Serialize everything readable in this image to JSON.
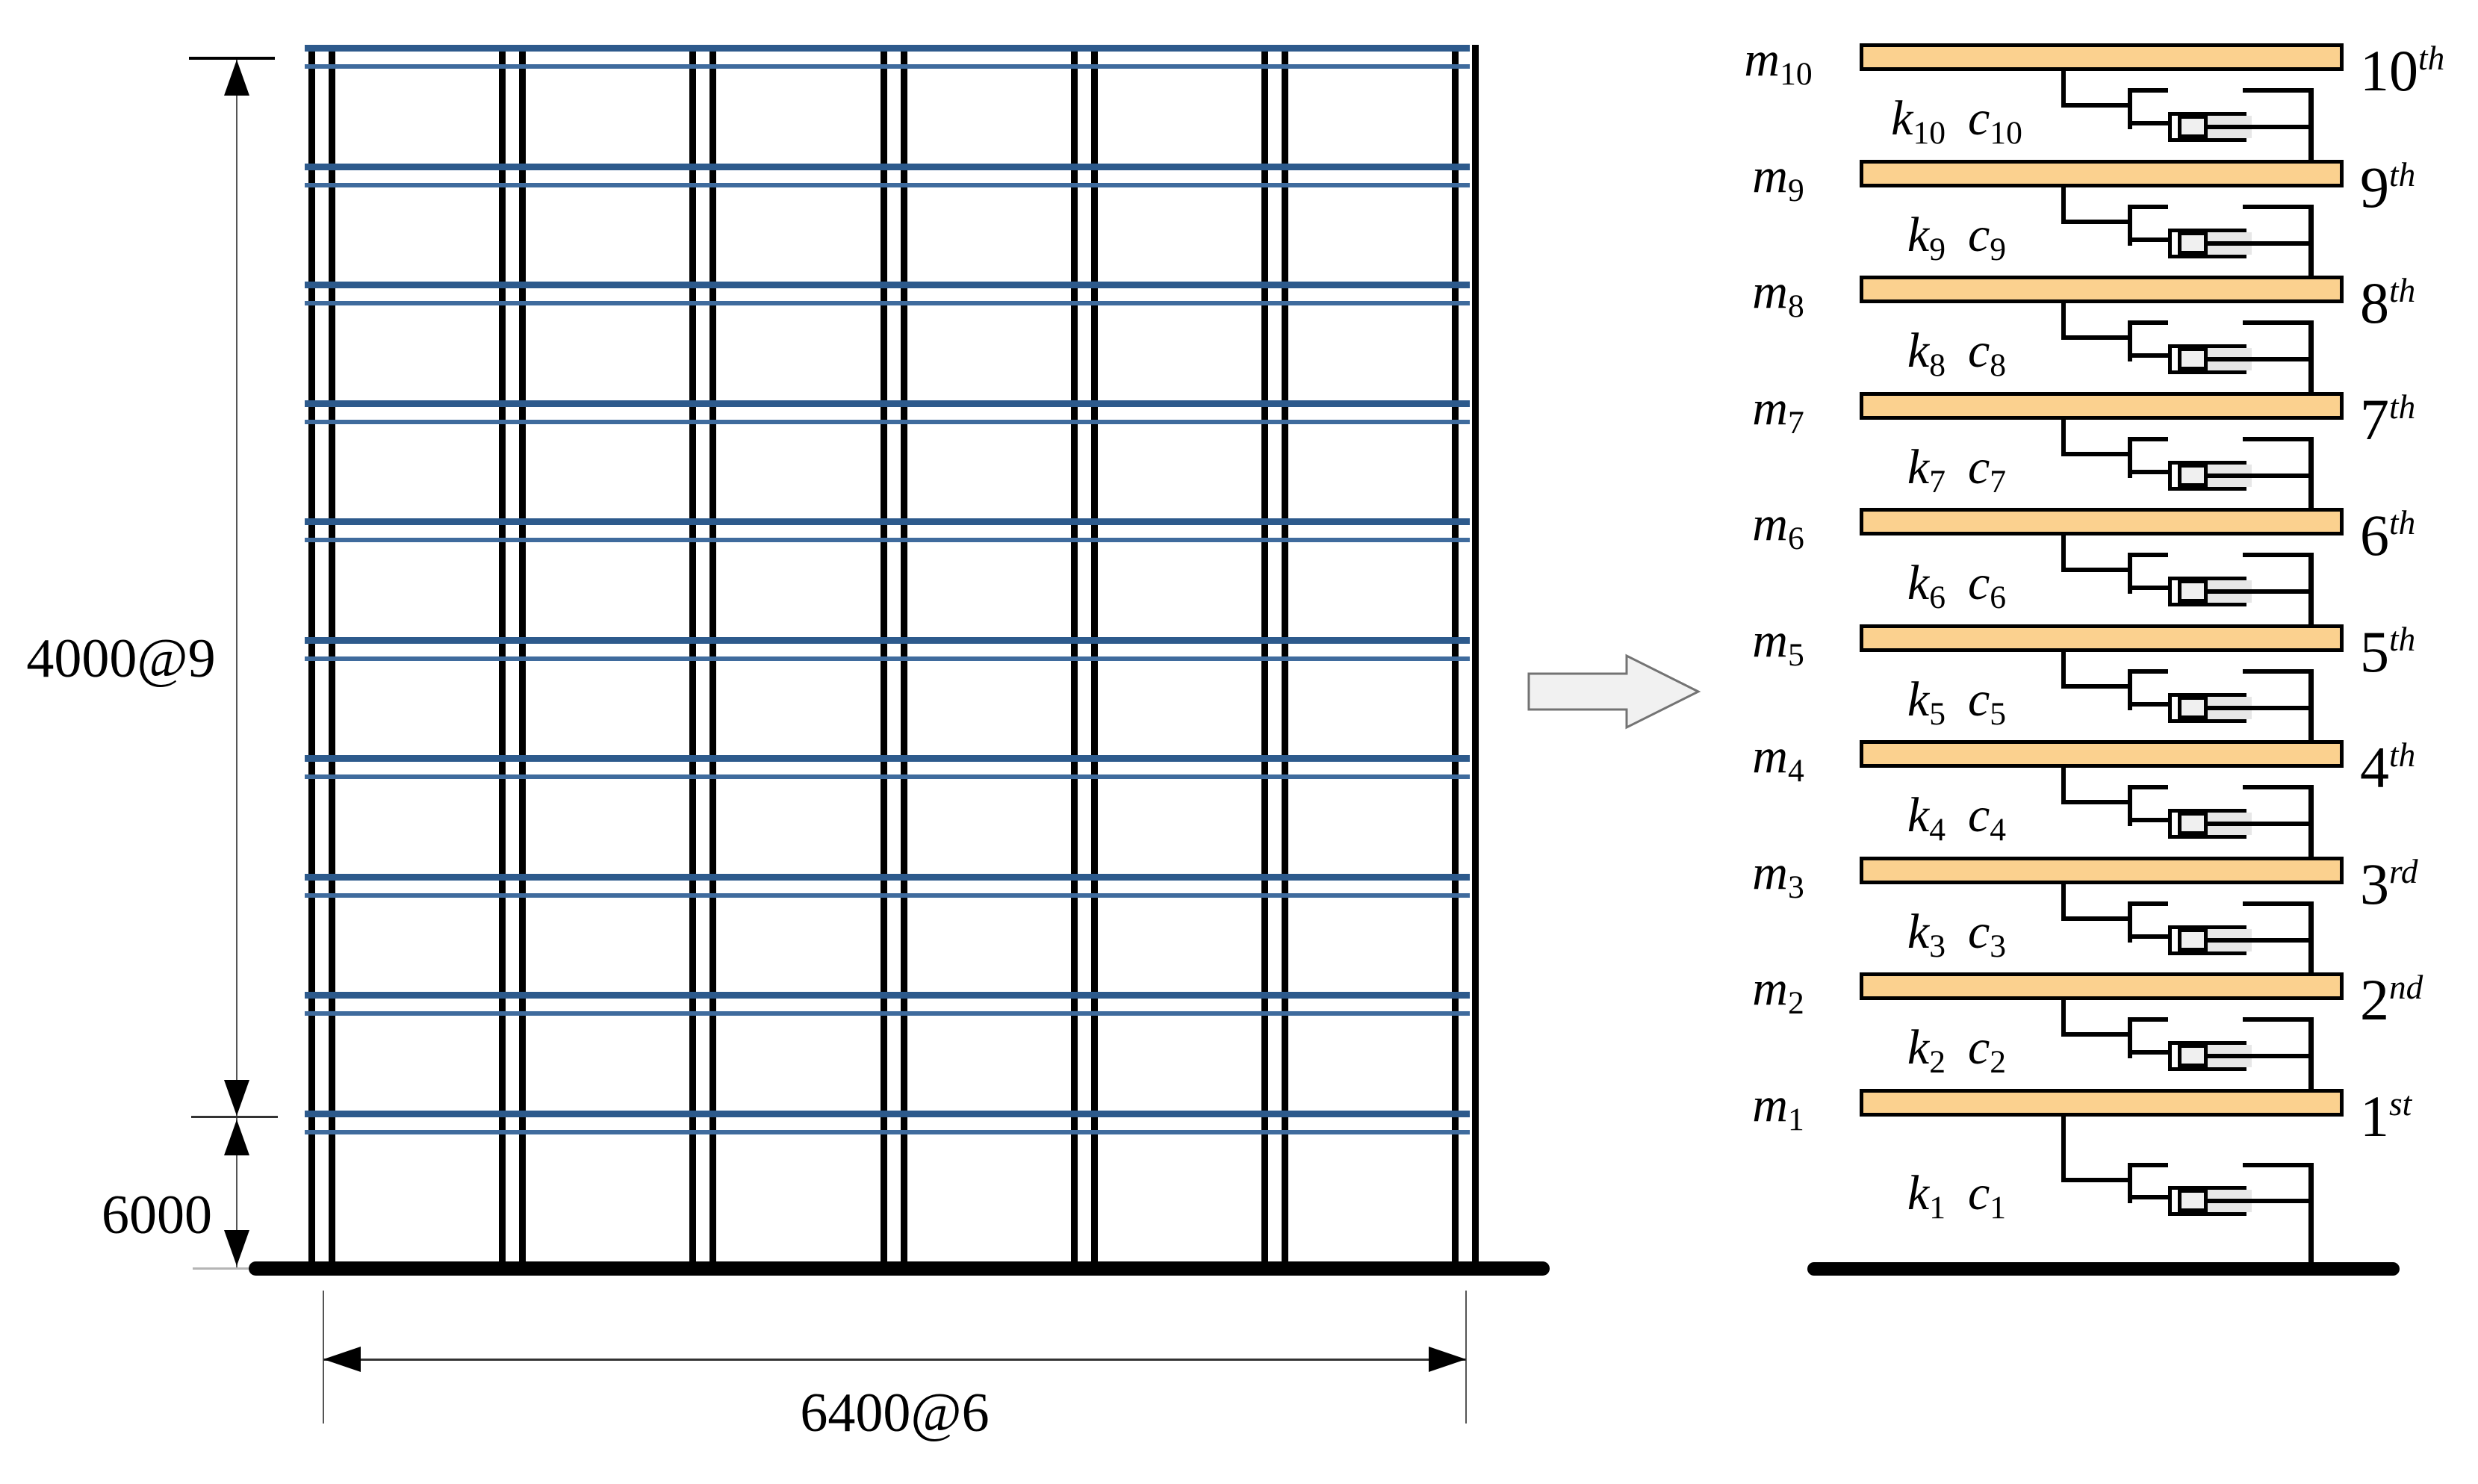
{
  "figure": {
    "left_elevation": {
      "story_dim_label": "4000@9",
      "base_story_dim_label": "6000",
      "bay_dim_label": "6400@6",
      "num_stories": 10,
      "num_bays": 6,
      "beam_color": "#2d5a8c",
      "beam_color_secondary": "#3f6b9d",
      "column_color": "#000000",
      "ground_color": "#000000"
    },
    "transform_arrow": {
      "fill": "#f1f1f1",
      "stroke": "#737373"
    },
    "lumped_model": {
      "slab_color": "#fbd18f",
      "slab_border": "#000000",
      "damper_piston_fill": "#f0f0f0",
      "damper_shade_fill": "#e7e7e7",
      "floors": [
        {
          "mass_base": "m",
          "mass_sub": "10",
          "stiffness_base": "k",
          "stiffness_sub": "10",
          "damping_base": "c",
          "damping_sub": "10",
          "ordinal_number": "10",
          "ordinal_suffix": "th"
        },
        {
          "mass_base": "m",
          "mass_sub": "9",
          "stiffness_base": "k",
          "stiffness_sub": "9",
          "damping_base": "c",
          "damping_sub": "9",
          "ordinal_number": "9",
          "ordinal_suffix": "th"
        },
        {
          "mass_base": "m",
          "mass_sub": "8",
          "stiffness_base": "k",
          "stiffness_sub": "8",
          "damping_base": "c",
          "damping_sub": "8",
          "ordinal_number": "8",
          "ordinal_suffix": "th"
        },
        {
          "mass_base": "m",
          "mass_sub": "7",
          "stiffness_base": "k",
          "stiffness_sub": "7",
          "damping_base": "c",
          "damping_sub": "7",
          "ordinal_number": "7",
          "ordinal_suffix": "th"
        },
        {
          "mass_base": "m",
          "mass_sub": "6",
          "stiffness_base": "k",
          "stiffness_sub": "6",
          "damping_base": "c",
          "damping_sub": "6",
          "ordinal_number": "6",
          "ordinal_suffix": "th"
        },
        {
          "mass_base": "m",
          "mass_sub": "5",
          "stiffness_base": "k",
          "stiffness_sub": "5",
          "damping_base": "c",
          "damping_sub": "5",
          "ordinal_number": "5",
          "ordinal_suffix": "th"
        },
        {
          "mass_base": "m",
          "mass_sub": "4",
          "stiffness_base": "k",
          "stiffness_sub": "4",
          "damping_base": "c",
          "damping_sub": "4",
          "ordinal_number": "4",
          "ordinal_suffix": "th"
        },
        {
          "mass_base": "m",
          "mass_sub": "3",
          "stiffness_base": "k",
          "stiffness_sub": "3",
          "damping_base": "c",
          "damping_sub": "3",
          "ordinal_number": "3",
          "ordinal_suffix": "rd"
        },
        {
          "mass_base": "m",
          "mass_sub": "2",
          "stiffness_base": "k",
          "stiffness_sub": "2",
          "damping_base": "c",
          "damping_sub": "2",
          "ordinal_number": "2",
          "ordinal_suffix": "nd"
        },
        {
          "mass_base": "m",
          "mass_sub": "1",
          "stiffness_base": "k",
          "stiffness_sub": "1",
          "damping_base": "c",
          "damping_sub": "1",
          "ordinal_number": "1",
          "ordinal_suffix": "st"
        }
      ]
    }
  }
}
